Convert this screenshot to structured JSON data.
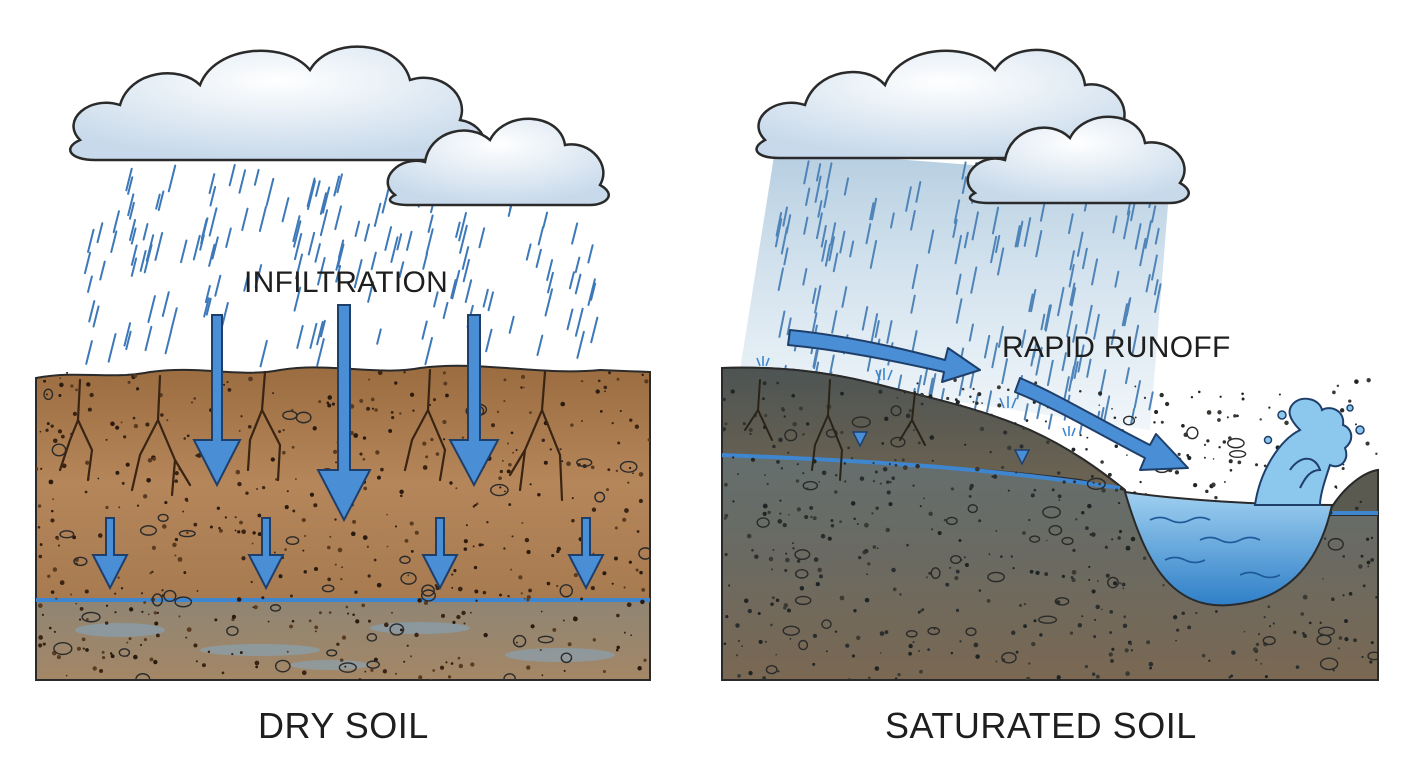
{
  "panels": {
    "dry": {
      "caption": "DRY SOIL",
      "process_label": "INFILTRATION"
    },
    "saturated": {
      "caption": "SATURATED SOIL",
      "process_label": "RAPID RUNOFF"
    }
  },
  "colors": {
    "dry_soil": "#a87a4c",
    "wet_soil": "#5b6b70",
    "water": "#3f86d0",
    "arrow": "#4a8fd6",
    "arrow_outline": "#1f3f6b",
    "cloud": "#e9f1f8",
    "outline": "#2a2a2a"
  }
}
